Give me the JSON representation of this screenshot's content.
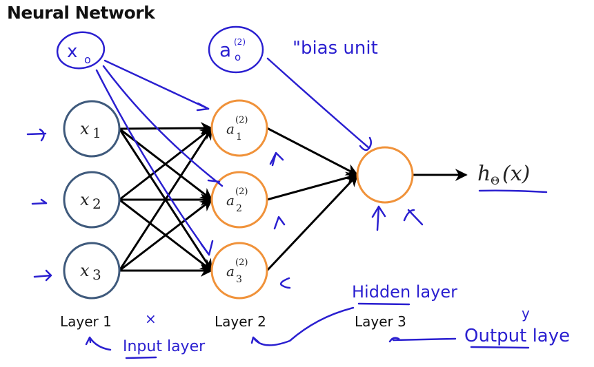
{
  "title": "Neural Network",
  "colors": {
    "input_node_stroke": "#3f5a7c",
    "hidden_node_stroke": "#f0923a",
    "annotation_blue": "#2a1fd0",
    "edge_black": "#000000"
  },
  "layers": {
    "input": {
      "label": "Layer 1",
      "nodes": [
        {
          "var": "x",
          "sub": "1"
        },
        {
          "var": "x",
          "sub": "2"
        },
        {
          "var": "x",
          "sub": "3"
        }
      ]
    },
    "hidden": {
      "label": "Layer 2",
      "nodes": [
        {
          "var": "a",
          "sub": "1",
          "sup": "(2)"
        },
        {
          "var": "a",
          "sub": "2",
          "sup": "(2)"
        },
        {
          "var": "a",
          "sub": "3",
          "sup": "(2)"
        }
      ]
    },
    "output": {
      "label": "Layer 3",
      "output_var": "h",
      "output_sub": "Θ",
      "output_arg": "(x)"
    }
  },
  "annotations": {
    "bias_input": "x",
    "bias_input_sub": "o",
    "bias_hidden": "a",
    "bias_hidden_sup": "(2)",
    "bias_hidden_sub": "o",
    "bias_note": "\"bias unit",
    "input_layer": "Input layer",
    "hidden_layer": "Hidden layer",
    "output_layer": "Output laye",
    "x_mark": "×",
    "y_mark": "y"
  }
}
